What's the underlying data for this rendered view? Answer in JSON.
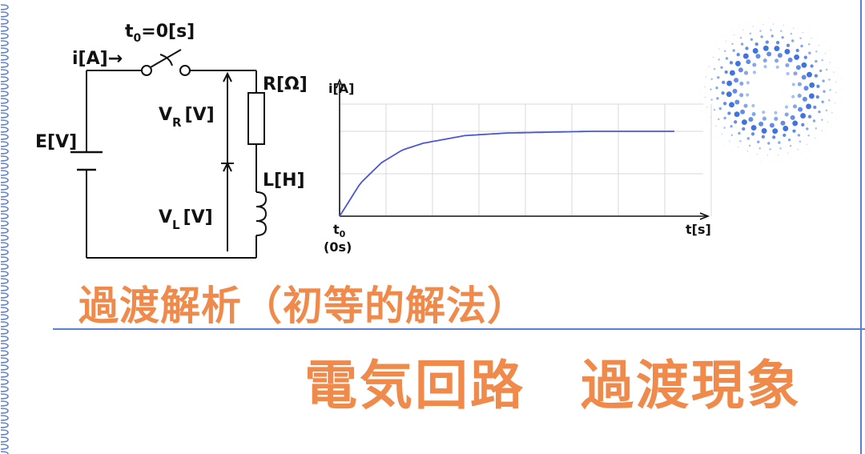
{
  "circuit": {
    "switch_label": "t",
    "switch_label_sub": "0",
    "switch_label_rest": "=0[s]",
    "current_label": "i[A]→",
    "source_label": "E[V]",
    "resistor_label": "R[Ω]",
    "inductor_label": "L[H]",
    "vr_label": "V",
    "vr_sub": "R",
    "vr_unit": "[V]",
    "vl_label": "V",
    "vl_sub": "L",
    "vl_unit": "[V]"
  },
  "graph": {
    "y_label": "i[A]",
    "x_label": "t[s]",
    "origin_label": "t",
    "origin_sub": "0",
    "origin_paren": "(0s)"
  },
  "chart_data": {
    "type": "line",
    "title": "",
    "xlabel": "t[s]",
    "ylabel": "i[A]",
    "x": [
      0,
      0.5,
      1,
      1.5,
      2,
      3,
      4,
      5,
      6,
      7,
      8
    ],
    "series": [
      {
        "values": [
          0,
          0.39,
          0.63,
          0.78,
          0.86,
          0.95,
          0.98,
          0.99,
          1.0,
          1.0,
          1.0
        ]
      }
    ],
    "grid": true,
    "line_color": "#4a55d8"
  },
  "labels": {
    "subtitle": "過渡解析（初等的解法）",
    "title": "電気回路　過渡現象"
  },
  "colors": {
    "accent": "#f08a4b",
    "rule": "#5b7fd6",
    "curve": "#4a55d8"
  }
}
